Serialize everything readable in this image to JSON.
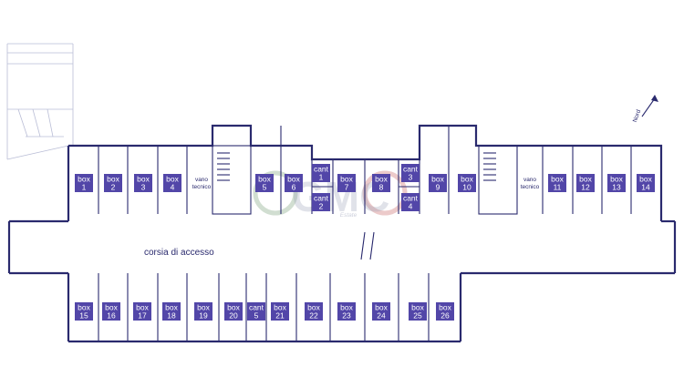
{
  "corridor_label": "corsia di accesso",
  "vano_label_line1": "vano",
  "vano_label_line2": "tecnico",
  "compass_label": "Nord",
  "watermark": {
    "text": "GMC",
    "subtext": "Estate"
  },
  "colors": {
    "wall": "#2a2a6e",
    "label_bg": "#5246a8",
    "label_fg": "#ffffff"
  },
  "top_units": [
    {
      "kind": "box",
      "num": "1"
    },
    {
      "kind": "box",
      "num": "2"
    },
    {
      "kind": "box",
      "num": "3"
    },
    {
      "kind": "box",
      "num": "4"
    },
    {
      "kind": "box",
      "num": "5"
    },
    {
      "kind": "box",
      "num": "6"
    },
    {
      "kind": "cant",
      "num": "1"
    },
    {
      "kind": "cant",
      "num": "2"
    },
    {
      "kind": "box",
      "num": "7"
    },
    {
      "kind": "box",
      "num": "8"
    },
    {
      "kind": "cant",
      "num": "3"
    },
    {
      "kind": "cant",
      "num": "4"
    },
    {
      "kind": "box",
      "num": "9"
    },
    {
      "kind": "box",
      "num": "10"
    },
    {
      "kind": "box",
      "num": "11"
    },
    {
      "kind": "box",
      "num": "12"
    },
    {
      "kind": "box",
      "num": "13"
    },
    {
      "kind": "box",
      "num": "14"
    }
  ],
  "bottom_units": [
    {
      "kind": "box",
      "num": "15"
    },
    {
      "kind": "box",
      "num": "16"
    },
    {
      "kind": "box",
      "num": "17"
    },
    {
      "kind": "box",
      "num": "18"
    },
    {
      "kind": "box",
      "num": "19"
    },
    {
      "kind": "box",
      "num": "20"
    },
    {
      "kind": "cant",
      "num": "5"
    },
    {
      "kind": "box",
      "num": "21"
    },
    {
      "kind": "box",
      "num": "22"
    },
    {
      "kind": "box",
      "num": "23"
    },
    {
      "kind": "box",
      "num": "24"
    },
    {
      "kind": "box",
      "num": "25"
    },
    {
      "kind": "box",
      "num": "26"
    }
  ]
}
